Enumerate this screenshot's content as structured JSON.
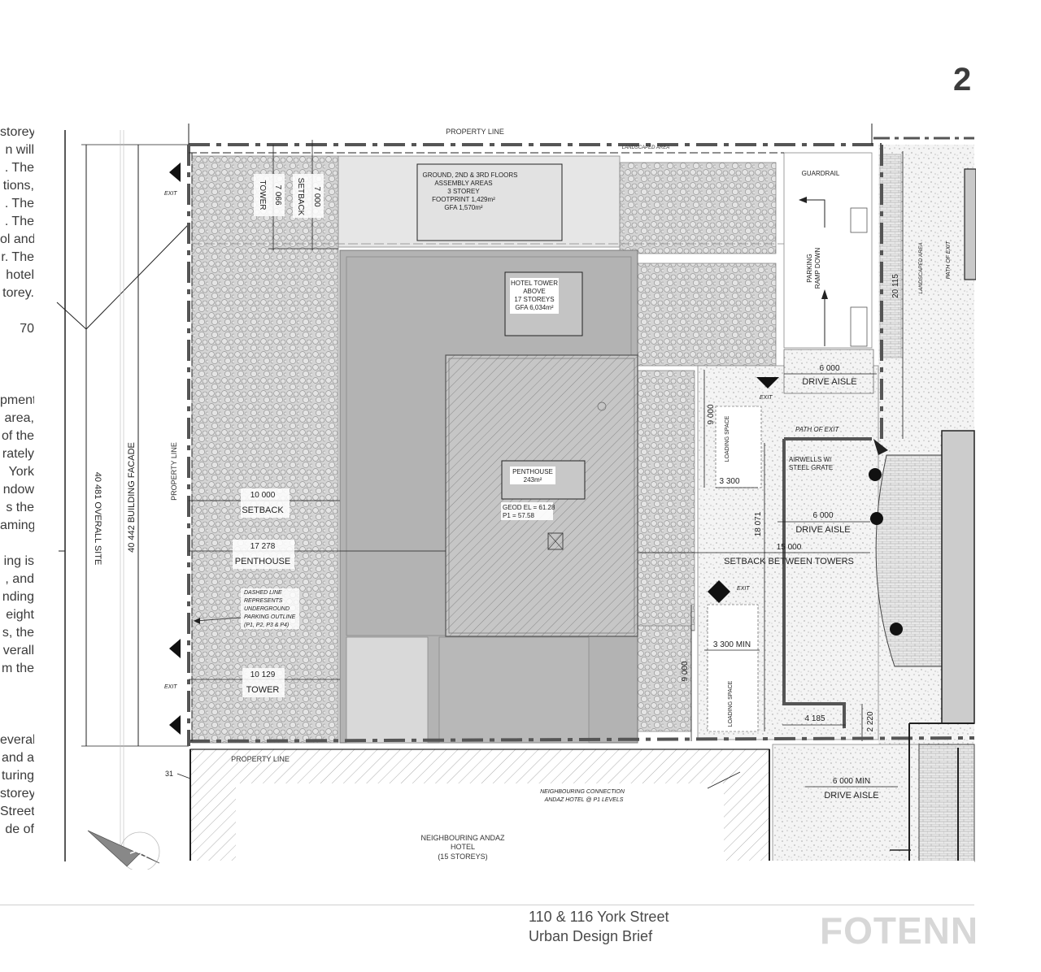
{
  "page": {
    "number": "2"
  },
  "left_fragments": [
    "storey",
    "n will",
    ". The",
    "tions,",
    ". The",
    ". The",
    "ol and",
    "r. The",
    "hotel",
    "torey.",
    "",
    "70",
    "",
    "",
    "",
    "pment",
    "area,",
    "of the",
    "rately",
    "York",
    "ndow",
    "s the",
    "aming",
    "",
    "ing is",
    ", and",
    "nding",
    "eight",
    "s, the",
    "verall",
    "m the",
    "",
    "",
    "",
    "everal",
    "and a",
    "turing",
    "storey",
    "Street",
    "de of"
  ],
  "plan": {
    "labels": {
      "property_line_top": "PROPERTY LINE",
      "landscaped_area_top": "LANDSCAPED AREA",
      "exit": "EXIT",
      "tower_setback_1": "7 066",
      "tower_label": "TOWER",
      "tower_setback_2": "7 000",
      "setback_label": "SETBACK",
      "assembly_1": "GROUND, 2ND & 3RD FLOORS",
      "assembly_2": "ASSEMBLY AREAS",
      "assembly_3": "3 STOREY",
      "assembly_4": "FOOTPRINT 1,429m²",
      "assembly_5": "GFA 1,570m²",
      "hotel_1": "HOTEL TOWER",
      "hotel_2": "ABOVE",
      "hotel_3": "17 STOREYS",
      "hotel_4": "GFA 6,034m²",
      "penthouse_1": "PENTHOUSE",
      "penthouse_2": "243m²",
      "geod_1": "GEOD EL = 61.28",
      "geod_2": "P1 = 57.58",
      "guardrail": "GUARDRAIL",
      "parking_ramp_1": "PARKING",
      "parking_ramp_2": "RAMP DOWN",
      "dim_20115": "20 115",
      "landscaped_area_right": "LANDSCAPED AREA",
      "path_of_exit_right": "PATH OF EXIT",
      "dim_6000_a": "6 000",
      "drive_aisle_a": "DRIVE AISLE",
      "path_of_exit": "PATH OF EXIT",
      "dim_9000_a": "9 000",
      "loading_space_a": "LOADING SPACE",
      "airwells_1": "AIRWELLS W/",
      "airwells_2": "STEEL GRATE",
      "dim_3300": "3 300",
      "dim_18071": "18 071",
      "dim_6000_b": "6 000",
      "drive_aisle_b": "DRIVE AISLE",
      "dim_15000": "15 000",
      "setback_between": "SETBACK BETWEEN TOWERS",
      "dim_3300_min": "3 300 MIN",
      "dim_9000_b": "9 000",
      "loading_space_b": "LOADING SPACE",
      "dim_4185": "4 185",
      "dim_2220": "2 220",
      "dim_10000": "10 000",
      "setback_left": "SETBACK",
      "dim_17278": "17 278",
      "penthouse_left": "PENTHOUSE",
      "dashed_1": "DASHED LINE",
      "dashed_2": "REPRESENTS",
      "dashed_3": "UNDERGROUND",
      "dashed_4": "PARKING OUTLINE",
      "dashed_5": "(P1, P2, P3 & P4)",
      "dim_10129": "10 129",
      "tower_left": "TOWER",
      "property_line_left": "PROPERTY LINE",
      "overall_facade": "40 442 BUILDING FACADE",
      "overall_site": "40 481 OVERALL SITE",
      "property_line_bottom": "PROPERTY LINE",
      "dim_31": "31",
      "neigh_conn_1": "NEIGHBOURING CONNECTION",
      "neigh_conn_2": "ANDAZ HOTEL @ P1 LEVELS",
      "andaz_1": "NEIGHBOURING ANDAZ",
      "andaz_2": "HOTEL",
      "andaz_3": "(15 STOREYS)",
      "dim_6000_min": "6 000 MIN",
      "drive_aisle_c": "DRIVE AISLE"
    }
  },
  "footer": {
    "title_line1": "110 & 116 York Street",
    "title_line2": "Urban Design Brief",
    "logo": "FOTENN"
  }
}
